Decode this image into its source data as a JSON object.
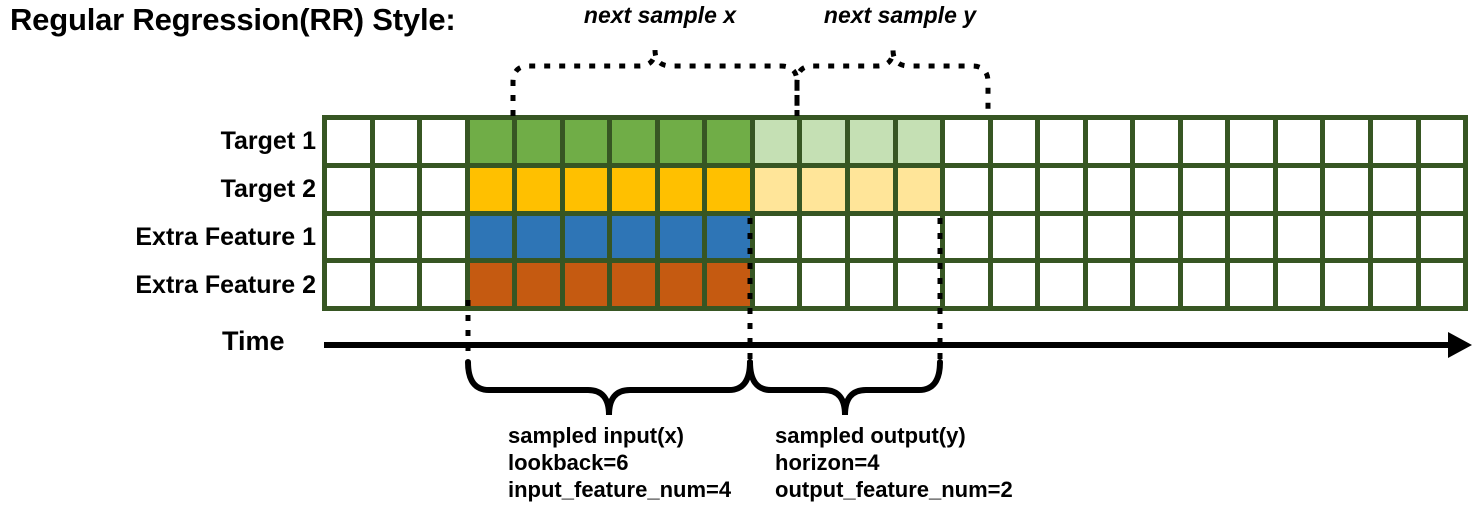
{
  "title": "Regular Regression(RR) Style:",
  "rows": [
    {
      "label": "Target 1",
      "name": "target-1"
    },
    {
      "label": "Target 2",
      "name": "target-2"
    },
    {
      "label": "Extra Feature 1",
      "name": "extra-feature-1"
    },
    {
      "label": "Extra Feature 2",
      "name": "extra-feature-2"
    }
  ],
  "grid": {
    "columns": 24,
    "cell_fills": [
      [
        "white",
        "white",
        "white",
        "green",
        "green",
        "green",
        "green",
        "green",
        "green",
        "greenlight",
        "greenlight",
        "greenlight",
        "greenlight",
        "white",
        "white",
        "white",
        "white",
        "white",
        "white",
        "white",
        "white",
        "white",
        "white",
        "white"
      ],
      [
        "white",
        "white",
        "white",
        "amber",
        "amber",
        "amber",
        "amber",
        "amber",
        "amber",
        "amberlight",
        "amberlight",
        "amberlight",
        "amberlight",
        "white",
        "white",
        "white",
        "white",
        "white",
        "white",
        "white",
        "white",
        "white",
        "white",
        "white"
      ],
      [
        "white",
        "white",
        "white",
        "blue",
        "blue",
        "blue",
        "blue",
        "blue",
        "blue",
        "white",
        "white",
        "white",
        "white",
        "white",
        "white",
        "white",
        "white",
        "white",
        "white",
        "white",
        "white",
        "white",
        "white",
        "white"
      ],
      [
        "white",
        "white",
        "white",
        "orange",
        "orange",
        "orange",
        "orange",
        "orange",
        "orange",
        "white",
        "white",
        "white",
        "white",
        "white",
        "white",
        "white",
        "white",
        "white",
        "white",
        "white",
        "white",
        "white",
        "white",
        "white"
      ]
    ]
  },
  "colors": {
    "border": "#375623",
    "green": "#70ad47",
    "green_light": "#c5e0b4",
    "amber": "#ffc000",
    "amber_light": "#ffe599",
    "blue": "#2e75b6",
    "orange": "#c55a11",
    "line": "#000000"
  },
  "top_braces": [
    {
      "label": "next sample x",
      "name": "next-sample-x"
    },
    {
      "label": "next sample y",
      "name": "next-sample-y"
    }
  ],
  "time_axis": {
    "label": "Time"
  },
  "bottom_captions": [
    {
      "name": "sampled-input",
      "line1": "sampled input(x)",
      "line2": "lookback=6",
      "line3": "input_feature_num=4"
    },
    {
      "name": "sampled-output",
      "line1": "sampled output(y)",
      "line2": "horizon=4",
      "line3": "output_feature_num=2"
    }
  ]
}
